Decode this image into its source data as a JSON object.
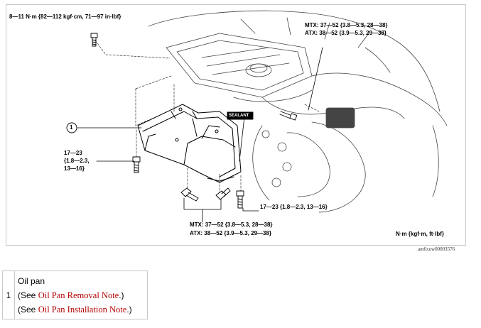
{
  "figure": {
    "torque_oil_pan_top_bolt": "8—11 N·m {82—112 kgf·cm, 71—97 in·lbf}",
    "torque_upper_right_mtx": "MTX: 37—52 {3.8—5.3, 28—38}",
    "torque_upper_right_atx": "ATX: 38—52 {3.9—5.3, 29—38}",
    "callout_number": "1",
    "sealant_label": "SEALANT",
    "torque_left_line1": "17—23",
    "torque_left_line2": "{1.8—2.3,",
    "torque_left_line3": "13—16}",
    "torque_right_bottom": "17—23 {1.8—2.3, 13—16}",
    "torque_bottom_mtx": "MTX: 37—52 {3.8—5.3, 28—38}",
    "torque_bottom_atx": "ATX: 38—52 {3.9—5.3, 29—38}",
    "units_label": "N·m {kgf·m, ft·lbf}",
    "figure_id": "am6xuw00003576"
  },
  "parts_table": {
    "rows": [
      {
        "number": "1",
        "name": "Oil pan",
        "see_prefix": "(See ",
        "removal_link": "Oil Pan Removal Note",
        "installation_link": "Oil Pan Installation Note",
        "see_suffix": ".)"
      }
    ]
  }
}
